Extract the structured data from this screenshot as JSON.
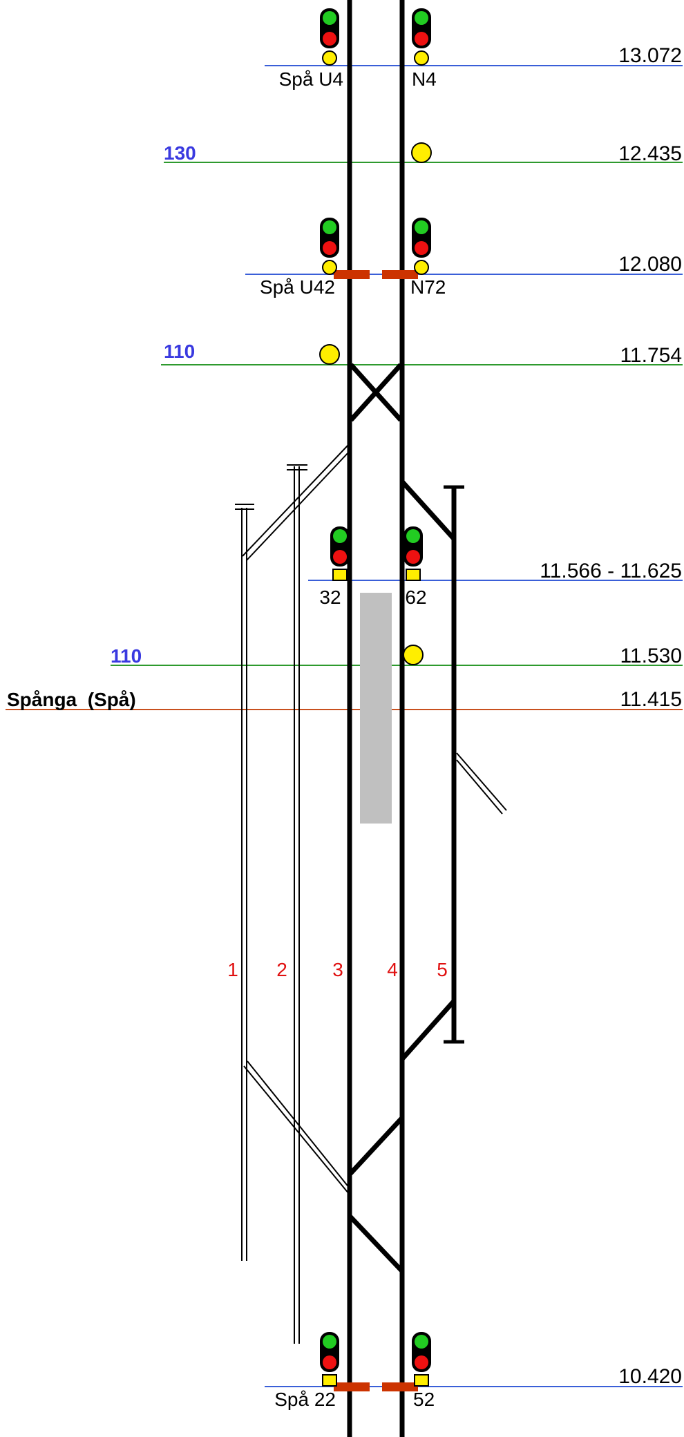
{
  "km_marks": [
    "13.072",
    "12.435",
    "12.080",
    "11.754",
    "11.566 - 11.625",
    "11.530",
    "11.415",
    "10.420"
  ],
  "signal_labels": [
    "Spå U4",
    "N4",
    "Spå U42",
    "N72",
    "32",
    "62",
    "Spå 22",
    "52"
  ],
  "speed_signs": [
    "130",
    "110",
    "110"
  ],
  "station": "Spånga  (Spå)",
  "track_numbers": [
    "1",
    "2",
    "3",
    "4",
    "5"
  ],
  "colors": {
    "km_line": "#3a5fd8",
    "speed_line": "#2e9a2e",
    "station_line": "#c8501e",
    "speed_text": "#3a3ae0",
    "track_number": "#e01010",
    "signal_green": "#22cc22",
    "signal_red": "#ee1111",
    "signal_yellow": "#ffee00",
    "insulated_joint": "#cc3300",
    "platform": "#c0c0c0"
  }
}
